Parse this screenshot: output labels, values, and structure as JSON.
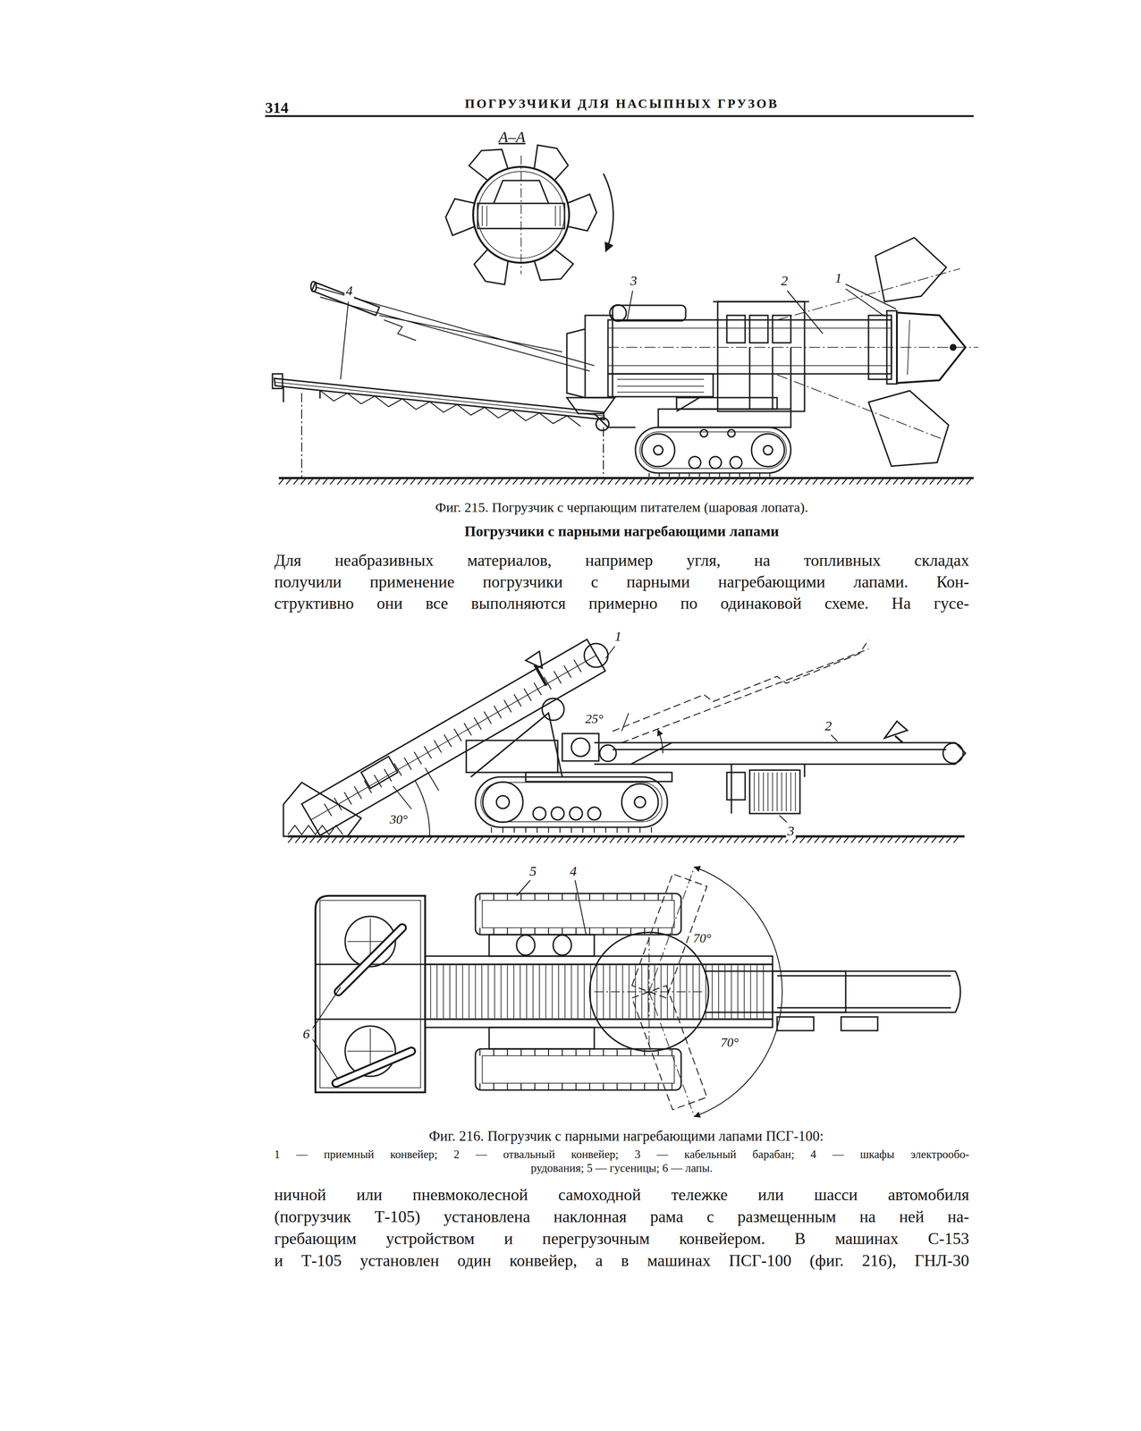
{
  "diagram": {
    "title": "ПОГРУЗЧИКИ ДЛЯ НАСЫПНЫХ ГРУЗОВ",
    "labels": [
      "314",
      "А–А",
      "3",
      "2",
      "1",
      "4",
      "Фиг. 215. Погрузчик с черпающим питателем (шаровая лопата).",
      "Погрузчики с парными нагребающими лапами",
      "Для неабразивных материалов, например угля, на топливных складах",
      "получили применение погрузчики с парными нагребающими лапами. Кон-",
      "структивно они все выполняются примерно по одинаковой схеме. На гусе-",
      "1",
      "25°",
      "2",
      "30°",
      "3",
      "5",
      "4",
      "70°",
      "70°",
      "6",
      "Фиг. 216. Погрузчик с парными нагребающими лапами ПСГ-100:",
      "1 — приемный конвейер; 2 — отвальный конвейер; 3 — кабельный барабан; 4 — шкафы электрообо-",
      "рудования; 5 — гусеницы; 6 — лапы.",
      "ничной или пневмоколесной самоходной тележке или шасси автомобиля",
      "(погрузчик Т-105) установлена наклонная рама с размещенным на ней на-",
      "гребающим устройством и перегрузочным конвейером. В машинах С-153",
      "и Т-105 установлен один конвейер, а в машинах ПСГ-100 (фиг. 216), ГНЛ-30"
    ]
  }
}
